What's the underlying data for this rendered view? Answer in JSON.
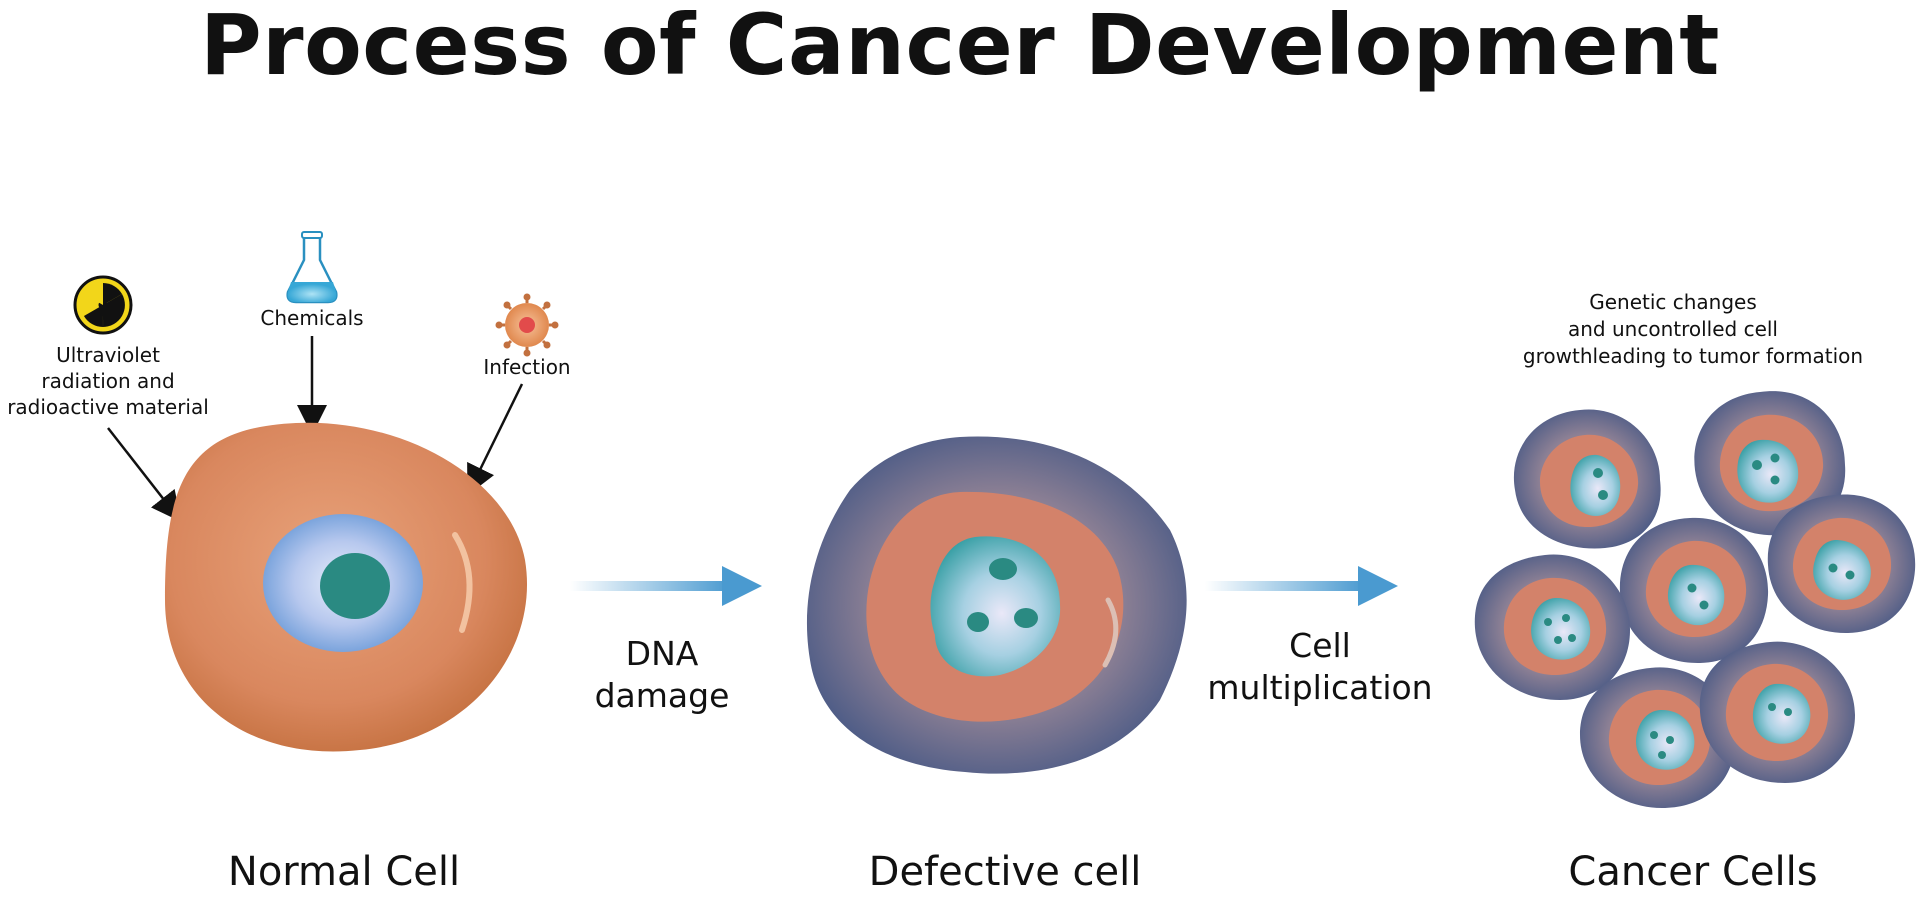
{
  "title": "Process of Cancer Development",
  "causes": {
    "uv": [
      "Ultraviolet",
      "radiation and",
      "radioactive material"
    ],
    "chemicals": "Chemicals",
    "infection": "Infection"
  },
  "steps": {
    "dna_damage": [
      "DNA",
      "damage"
    ],
    "multiplication": [
      "Cell",
      "multiplication"
    ]
  },
  "note": [
    "Genetic changes",
    "and uncontrolled cell",
    "growthleading to tumor formation"
  ],
  "stages": {
    "normal": "Normal Cell",
    "defective": "Defective cell",
    "cancer": "Cancer Cells"
  },
  "colors": {
    "cytoplasm": "#d9875e",
    "nucleus": "#8fb4e6",
    "nucleolus": "#2a8a82",
    "membrane": "#4c5b86",
    "arrow": "#5ea6d6"
  }
}
